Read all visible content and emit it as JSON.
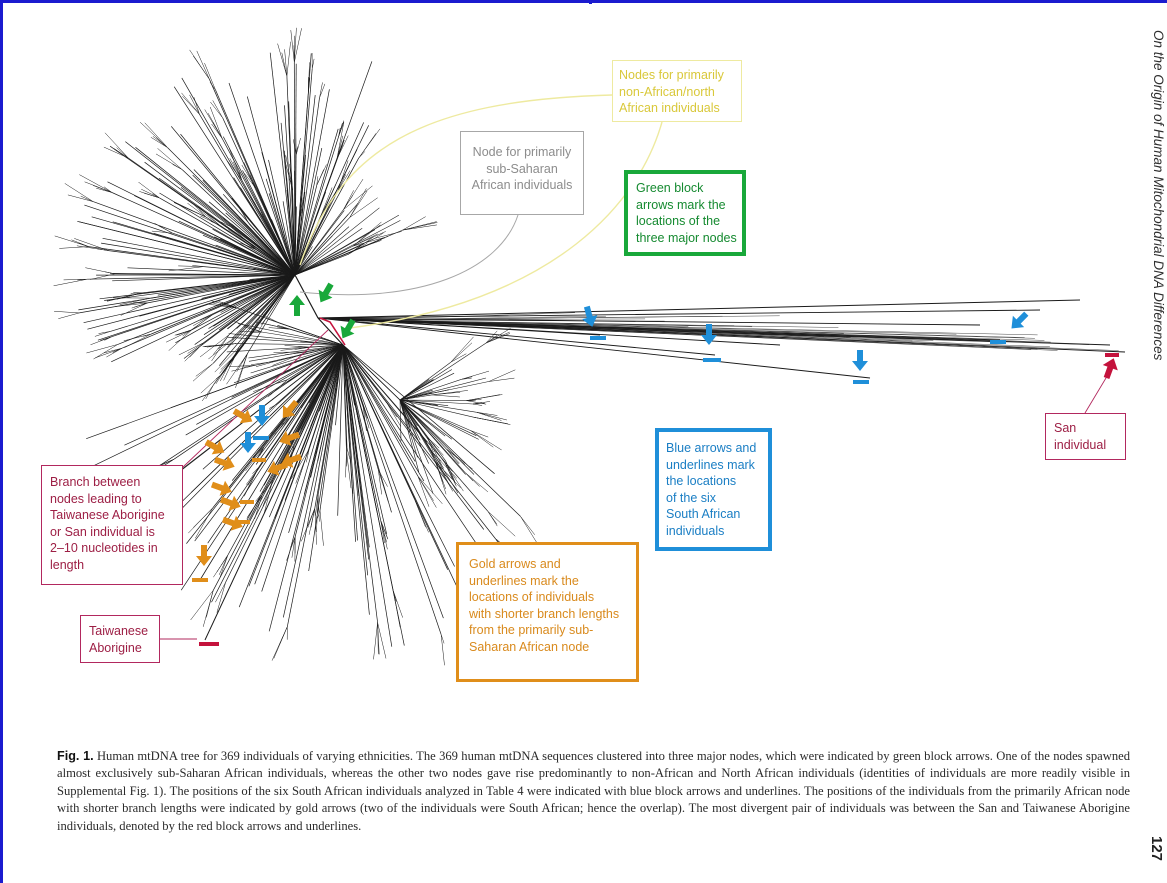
{
  "side_title": "On the Origin of Human Mitochondrial DNA Differences",
  "page_number": "127",
  "callouts": {
    "gray": [
      "Node for primarily",
      "sub-Saharan",
      "African individuals"
    ],
    "yellow": [
      "Nodes for primarily",
      "non-African/north",
      "African individuals"
    ],
    "green": [
      "Green block",
      "arrows mark the",
      "locations of the",
      "three major nodes"
    ],
    "blue": [
      "Blue arrows and",
      "underlines mark",
      "the locations",
      "of the six",
      "South African",
      "individuals"
    ],
    "gold": [
      "Gold arrows and",
      "underlines mark the",
      "locations of individuals",
      "with shorter branch lengths",
      "from the primarily sub-",
      "Saharan African node"
    ],
    "branch": [
      "Branch between",
      "nodes leading to",
      "Taiwanese Aborigine",
      "or San individual is",
      "2–10 nucleotides in",
      "length"
    ],
    "taiwan": [
      "Taiwanese",
      "Aborigine"
    ],
    "san": [
      "San",
      "individual"
    ]
  },
  "caption": {
    "label": "Fig. 1.",
    "text": "Human mtDNA tree for 369 individuals of varying ethnicities. The 369 human mtDNA sequences clustered into three major nodes, which were indicated by green block arrows. One of the nodes spawned almost exclusively sub-Saharan African individuals, whereas the other two nodes gave rise predominantly to non-African and North African individuals (identities of individuals are more readily visible in Supplemental Fig. 1). The positions of the six South African individuals analyzed in Table 4 were indicated with blue block arrows and underlines. The positions of the individuals from the primarily African node with shorter branch lengths were indicated by gold arrows (two of the individuals were South African; hence the overlap). The most divergent pair of individuals was between the San and Taiwanese Aborigine individuals, denoted by the red block arrows and underlines."
  },
  "colors": {
    "tree": "#1a1a1a",
    "green": "#19a83a",
    "blue": "#1f8fd9",
    "gold": "#e08e1a",
    "red": "#c4123c",
    "magenta": "#b2285e",
    "frame": "#1b1bcf"
  },
  "icons": {
    "node_markers": "green-block-arrow-icon",
    "south_african_markers": "blue-block-arrow-icon",
    "short_branch_markers": "gold-block-arrow-icon",
    "divergent_pair_markers": "red-underline-icon"
  }
}
